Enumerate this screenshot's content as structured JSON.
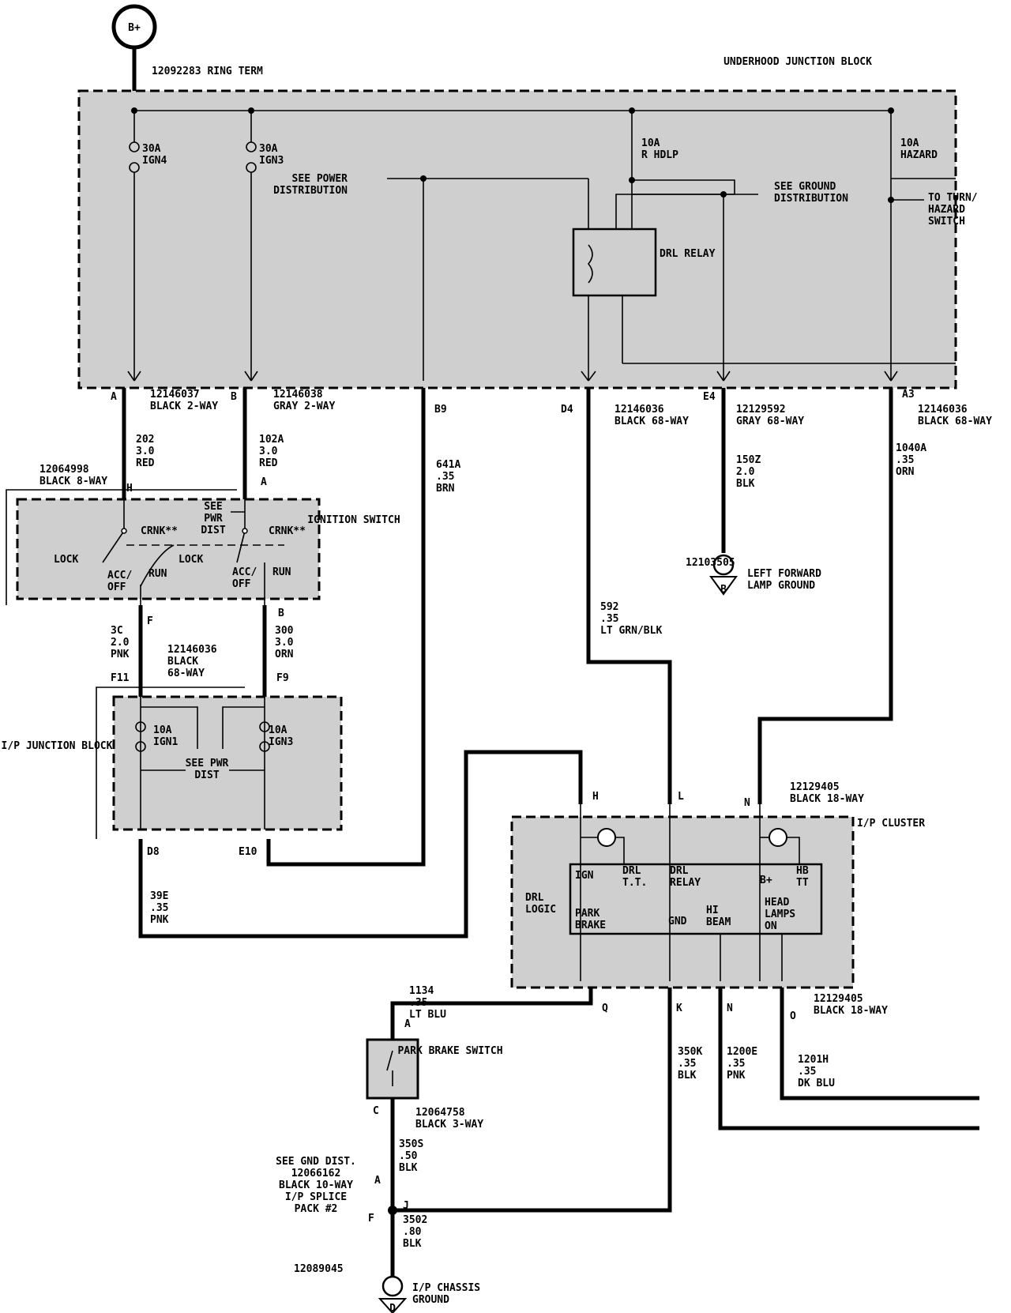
{
  "battery": "B+",
  "blocks": {
    "underhood": "UNDERHOOD JUNCTION BLOCK",
    "ignition": "IGNITION SWITCH",
    "ip_junction": "I/P JUNCTION BLOCK",
    "cluster": "I/P CLUSTER",
    "park_brake": "PARK BRAKE SWITCH",
    "drl_relay": "DRL RELAY"
  },
  "fuses": {
    "ign4": [
      "30A",
      "IGN4"
    ],
    "ign3": [
      "30A",
      "IGN3"
    ],
    "r_hdlp": [
      "10A",
      "R HDLP"
    ],
    "hazard": [
      "10A",
      "HAZARD"
    ],
    "ign1": [
      "10A",
      "IGN1"
    ],
    "ign3b": [
      "10A",
      "IGN3"
    ]
  },
  "refs": {
    "see_power": [
      "SEE POWER",
      "DISTRIBUTION"
    ],
    "see_ground": [
      "SEE GROUND",
      "DISTRIBUTION"
    ],
    "turn_hazard": [
      "TO TURN/",
      "HAZARD",
      "SWITCH"
    ],
    "see_pwr_dist": [
      "SEE",
      "PWR",
      "DIST"
    ],
    "see_pwr_dist2": [
      "SEE PWR",
      "DIST"
    ]
  },
  "connectors": {
    "ring_term": "12092283 RING TERM",
    "c_a": [
      "12146037",
      "BLACK 2-WAY"
    ],
    "c_b": [
      "12146038",
      "GRAY 2-WAY"
    ],
    "c_d4": [
      "12146036",
      "BLACK 68-WAY"
    ],
    "c_e4": [
      "12129592",
      "GRAY 68-WAY"
    ],
    "c_a3": [
      "12146036",
      "BLACK 68-WAY"
    ],
    "c_ign": [
      "12064998",
      "BLACK 8-WAY"
    ],
    "c_ipjb": [
      "12146036",
      "BLACK",
      "68-WAY"
    ],
    "c_cluster_top": [
      "12129405",
      "BLACK 18-WAY"
    ],
    "c_cluster_bot": [
      "12129405",
      "BLACK 18-WAY"
    ],
    "c_pbs": [
      "12064758",
      "BLACK 3-WAY"
    ],
    "ground_lf": "12103505",
    "ground_ip": "12089045",
    "splice": [
      "SEE GND DIST.",
      "12066162",
      "BLACK 10-WAY",
      "I/P SPLICE",
      "PACK #2"
    ]
  },
  "pins": {
    "A": "A",
    "B": "B",
    "B9": "B9",
    "D4": "D4",
    "E4": "E4",
    "A3": "A3",
    "H": "H",
    "F": "F",
    "F11": "F11",
    "F9": "F9",
    "D8": "D8",
    "E10": "E10",
    "L": "L",
    "N": "N",
    "Q": "Q",
    "K": "K",
    "O": "O",
    "C": "C",
    "J": "J"
  },
  "wires": {
    "w202": [
      "202",
      "3.0",
      "RED"
    ],
    "w102a": [
      "102A",
      "3.0",
      "RED"
    ],
    "w641a": [
      "641A",
      ".35",
      "BRN"
    ],
    "w592": [
      "592",
      ".35",
      "LT GRN/BLK"
    ],
    "w150z": [
      "150Z",
      "2.0",
      "BLK"
    ],
    "w1040a": [
      "1040A",
      ".35",
      "ORN"
    ],
    "w3c": [
      "3C",
      "2.0",
      "PNK"
    ],
    "w300": [
      "300",
      "3.0",
      "ORN"
    ],
    "w39e": [
      "39E",
      ".35",
      "PNK"
    ],
    "w1134": [
      "1134",
      ".35",
      "LT BLU"
    ],
    "w350k": [
      "350K",
      ".35",
      "BLK"
    ],
    "w1200e": [
      "1200E",
      ".35",
      "PNK"
    ],
    "w1201h": [
      "1201H",
      ".35",
      "DK BLU"
    ],
    "w350s": [
      "350S",
      ".50",
      "BLK"
    ],
    "w3502": [
      "3502",
      ".80",
      "BLK"
    ]
  },
  "switch_labels": {
    "lock": "LOCK",
    "crnk": "CRNK**",
    "acc_off": [
      "ACC/",
      "OFF"
    ],
    "run": "RUN"
  },
  "cluster_labels": {
    "ign": "IGN",
    "drl_tt": [
      "DRL",
      "T.T."
    ],
    "drl_relay": [
      "DRL",
      "RELAY"
    ],
    "b_plus": "B+",
    "hb_tt": [
      "HB",
      "TT"
    ],
    "drl_logic": [
      "DRL",
      "LOGIC"
    ],
    "park_brake": [
      "PARK",
      "BRAKE"
    ],
    "gnd": "GND",
    "hi_beam": [
      "HI",
      "BEAM"
    ],
    "head_lamps": [
      "HEAD",
      "LAMPS",
      "ON"
    ]
  },
  "grounds": {
    "lf": [
      "LEFT FORWARD",
      "LAMP GROUND"
    ],
    "lf_sym": "B",
    "ip": [
      "I/P CHASSIS",
      "GROUND"
    ],
    "ip_sym": "D"
  }
}
